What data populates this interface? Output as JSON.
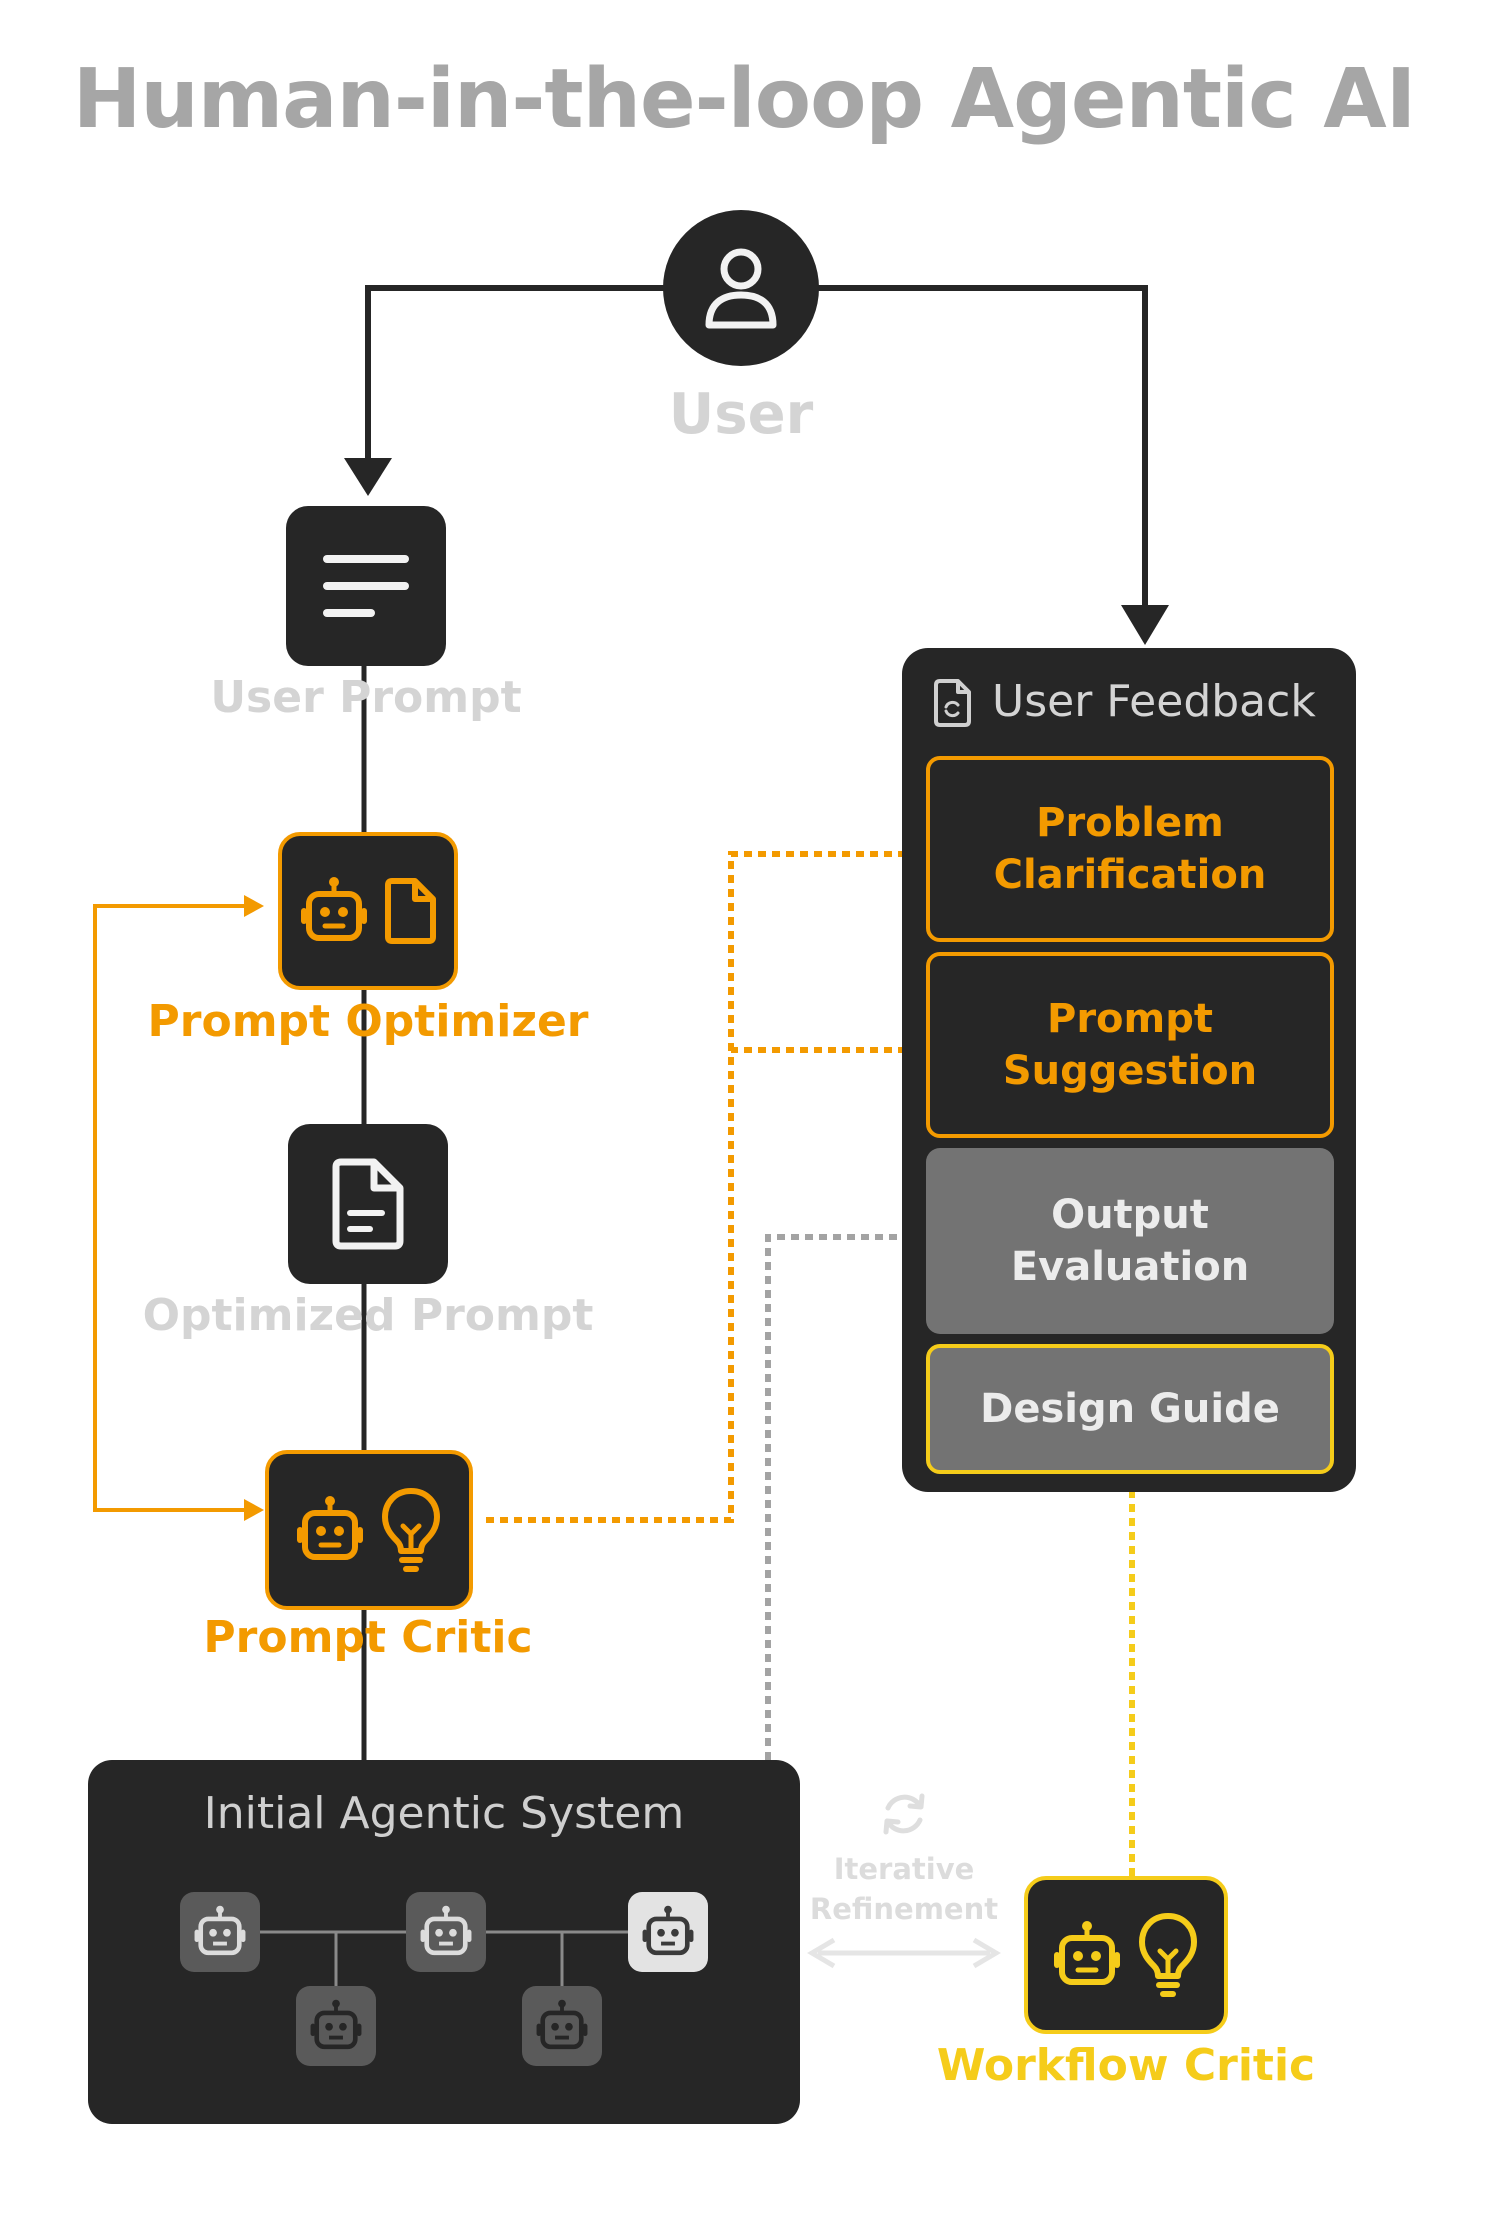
{
  "title": "Human-in-the-loop Agentic AI",
  "user": {
    "label": "User"
  },
  "user_prompt": {
    "label": "User Prompt"
  },
  "prompt_optimizer": {
    "label": "Prompt Optimizer"
  },
  "optimized_prompt": {
    "label": "Optimized Prompt"
  },
  "prompt_critic": {
    "label": "Prompt Critic"
  },
  "initial_system": {
    "label": "Initial Agentic System",
    "agent_count": 5
  },
  "iterative_refinement": {
    "label_line1": "Iterative",
    "label_line2": "Refinement"
  },
  "workflow_critic": {
    "label": "Workflow Critic"
  },
  "user_feedback": {
    "title": "User Feedback",
    "items": [
      {
        "line1": "Problem",
        "line2": "Clarification"
      },
      {
        "line1": "Prompt",
        "line2": "Suggestion"
      },
      {
        "line1": "Output",
        "line2": "Evaluation"
      },
      {
        "line1": "Design Guide"
      }
    ]
  },
  "colors": {
    "orange": "#f39a00",
    "yellow": "#f5cc1a",
    "dark": "#262626",
    "gray": "#737373"
  }
}
